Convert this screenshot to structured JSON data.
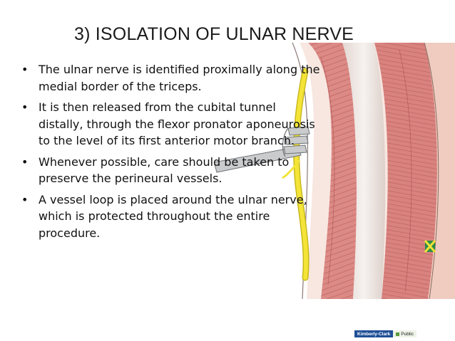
{
  "slide": {
    "title": "3) ISOLATION OF ULNAR NERVE",
    "bullets": [
      "The ulnar nerve is identified proximally along the medial border of the triceps.",
      "It is then released from the cubital tunnel distally, through the flexor pronator aponeurosis to the level of its first anterior motor branch.",
      "Whenever possible, care should be taken to preserve the perineural vessels.",
      "A vessel loop is placed around the ulnar nerve, which is protected throughout the entire procedure."
    ],
    "bullet_symbol": "•"
  },
  "footer": {
    "brand": "Kimberly-Clark",
    "label": "Public"
  },
  "illustration": {
    "icon": "surgical-illustration",
    "colors": {
      "muscle": "#dc8a86",
      "muscle_stripe": "#b85a5a",
      "tendon": "#e9e3df",
      "nerve": "#f3e437",
      "retractor": "#c9cbcd",
      "skin_edge": "#e8b9a8"
    }
  }
}
